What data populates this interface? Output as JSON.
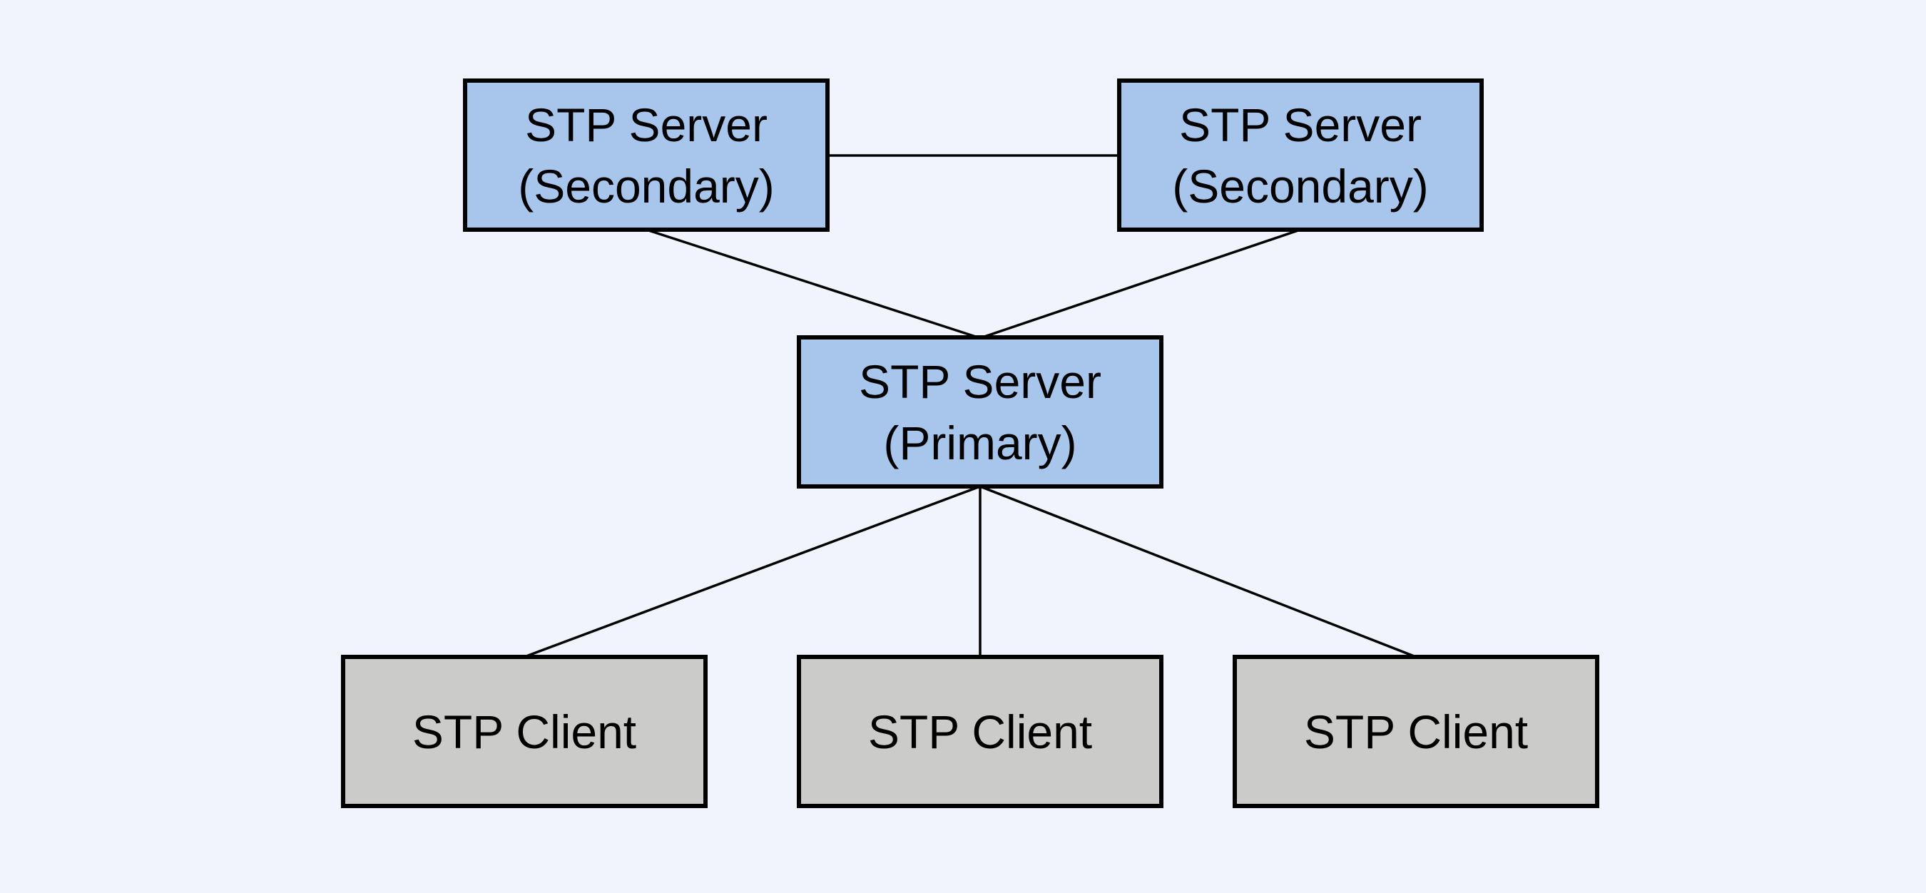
{
  "diagram": {
    "colors": {
      "background": "#f1f4fc",
      "server_fill": "#a8c6ec",
      "client_fill": "#cbcbca",
      "border": "#000000",
      "line": "#000000"
    },
    "nodes": {
      "secondary_left": {
        "line1": "STP Server",
        "line2": "(Secondary)",
        "role": "server"
      },
      "secondary_right": {
        "line1": "STP Server",
        "line2": "(Secondary)",
        "role": "server"
      },
      "primary": {
        "line1": "STP Server",
        "line2": "(Primary)",
        "role": "server"
      },
      "client_left": {
        "line1": "STP Client",
        "role": "client"
      },
      "client_center": {
        "line1": "STP Client",
        "role": "client"
      },
      "client_right": {
        "line1": "STP Client",
        "role": "client"
      }
    },
    "edges": [
      {
        "from": "secondary_left",
        "to": "secondary_right"
      },
      {
        "from": "secondary_left",
        "to": "primary"
      },
      {
        "from": "secondary_right",
        "to": "primary"
      },
      {
        "from": "primary",
        "to": "client_left"
      },
      {
        "from": "primary",
        "to": "client_center"
      },
      {
        "from": "primary",
        "to": "client_right"
      }
    ]
  }
}
